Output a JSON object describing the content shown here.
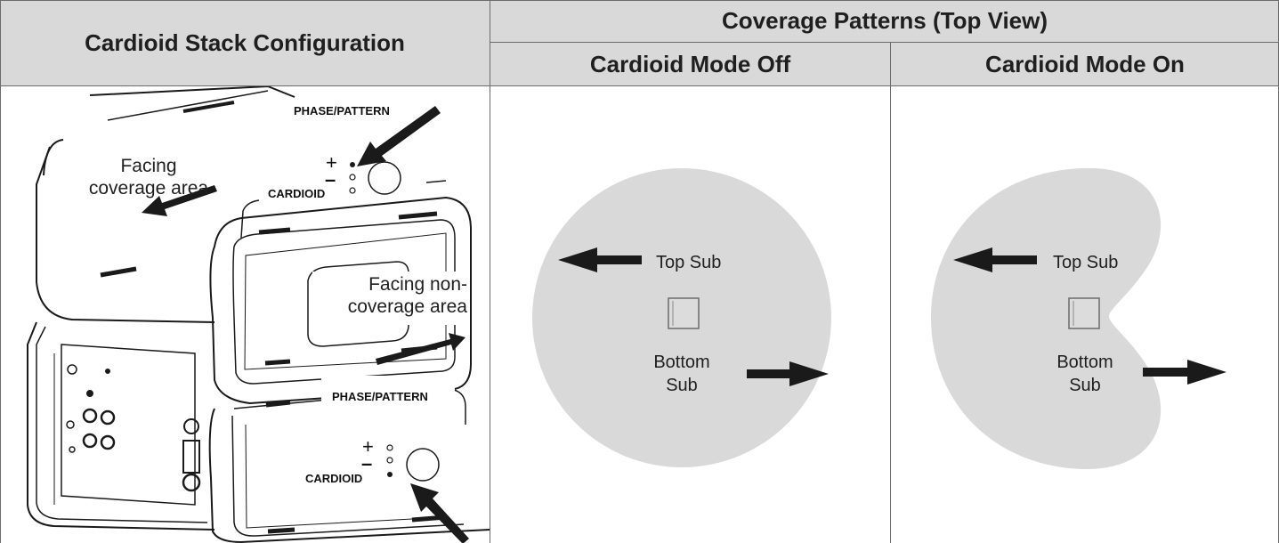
{
  "table": {
    "col1_header": "Cardioid Stack Configuration",
    "group_header": "Coverage Patterns (Top View)",
    "col2_header": "Cardioid Mode Off",
    "col3_header": "Cardioid Mode On"
  },
  "stack": {
    "top_panel_label": "PHASE/PATTERN",
    "bottom_panel_label": "PHASE/PATTERN",
    "plus": "+",
    "minus": "–",
    "cardioid_label": "CARDIOID",
    "top_sub_selected": "plus",
    "bottom_sub_selected": "cardioid",
    "facing_coverage": [
      "Facing",
      "coverage area"
    ],
    "facing_noncoverage": [
      "Facing non-",
      "coverage area"
    ]
  },
  "pattern_off": {
    "shape": "circle",
    "top_label": "Top Sub",
    "bottom_label": [
      "Bottom",
      "Sub"
    ]
  },
  "pattern_on": {
    "shape": "cardioid",
    "top_label": "Top Sub",
    "bottom_label": [
      "Bottom",
      "Sub"
    ]
  },
  "colors": {
    "header_bg": "#d9d9d9",
    "pattern_fill": "#d9d9d9",
    "arrow": "#1a1a1a",
    "grid_line": "#6b6b6b"
  }
}
